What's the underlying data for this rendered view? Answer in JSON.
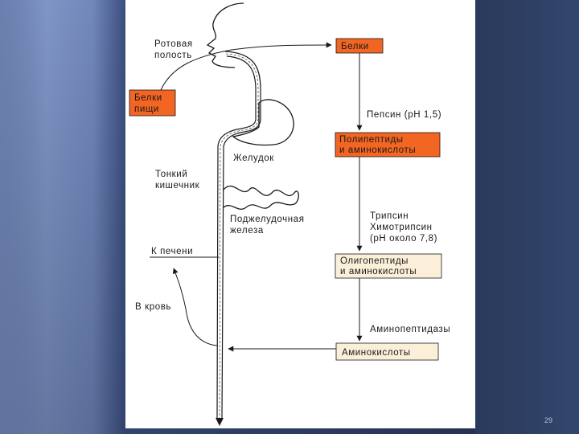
{
  "slide": {
    "page_number": "29"
  },
  "diagram": {
    "anatomy": {
      "mouth": [
        "Ротовая",
        "полость"
      ],
      "stomach": "Желудок",
      "small_intestine": [
        "Тонкий",
        "кишечник"
      ],
      "pancreas": [
        "Поджелудочная",
        "железа"
      ],
      "to_liver": "К печени",
      "to_blood": "В кровь"
    },
    "boxes": {
      "food_proteins": [
        "Белки",
        "пищи"
      ],
      "proteins": "Белки",
      "polypeptides": [
        "Полипептиды",
        "и аминокислоты"
      ],
      "oligopeptides": [
        "Олигопептиды",
        "и аминокислоты"
      ],
      "amino_acids": "Аминокислоты"
    },
    "enzymes": {
      "pepsin": "Пепсин (pH 1,5)",
      "trypsin": [
        "Трипсин",
        "Химотрипсин",
        "(pH около 7,8)"
      ],
      "aminopeptidases": "Аминопептидазы"
    },
    "colors": {
      "box_orange": "#f26522",
      "box_cream": "#fbefd9",
      "line": "#1a1a1a"
    }
  }
}
